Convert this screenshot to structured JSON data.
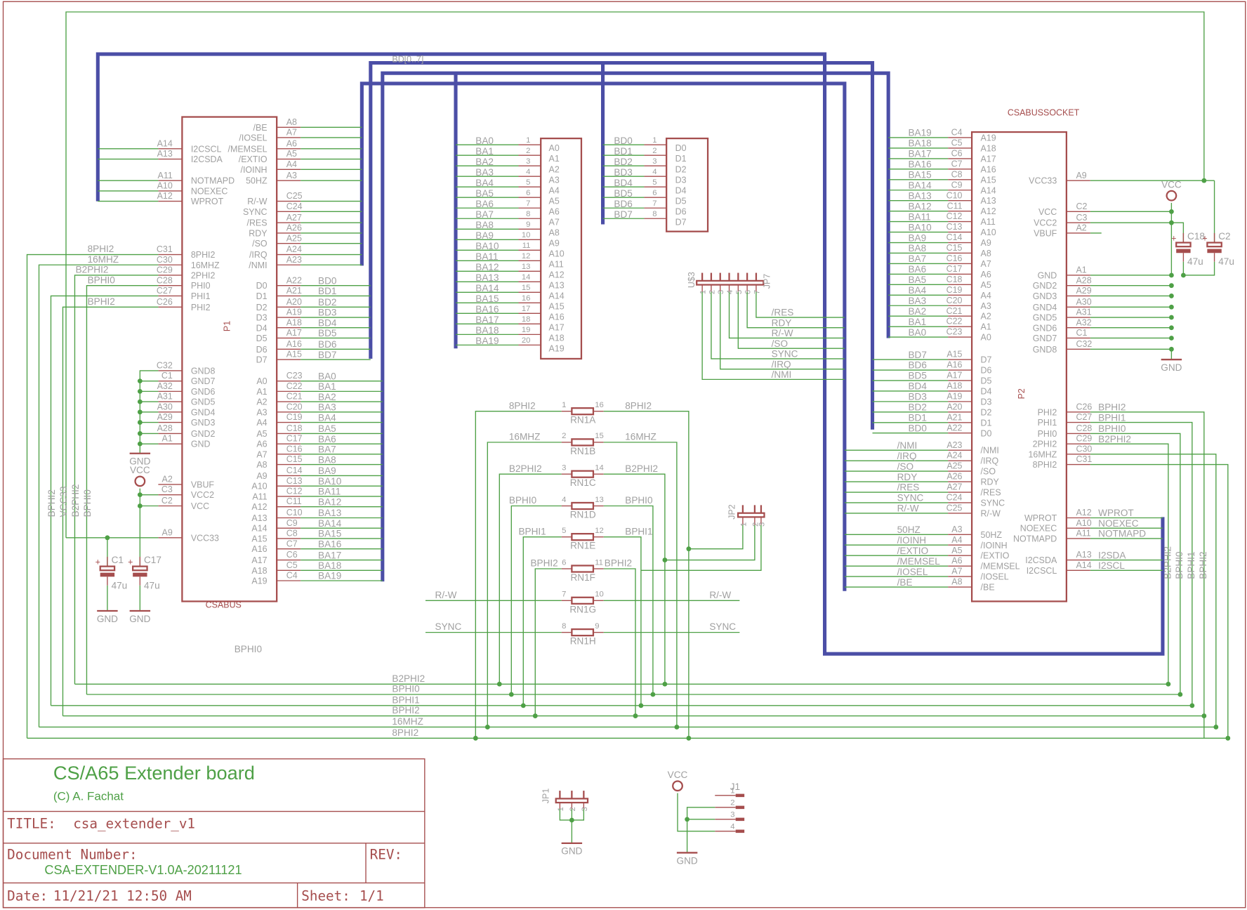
{
  "title_block": {
    "board_title": "CS/A65 Extender board",
    "copyright": "(C) A. Fachat",
    "title_label": "TITLE:",
    "title_value": "csa_extender_v1",
    "docnum_label": "Document Number:",
    "docnum_value": "CSA-EXTENDER-V1.0A-20211121",
    "rev_label": "REV:",
    "date_label": "Date:",
    "date_value": "11/21/21 12:50 AM",
    "sheet_label": "Sheet:",
    "sheet_value": "1/1"
  },
  "bus_label": "BD[0..7]",
  "p1": {
    "name": "CSABUS",
    "ref": "P1",
    "left_pins": [
      {
        "pad": "A14",
        "name": "I2CSCL"
      },
      {
        "pad": "A13",
        "name": "I2CSDA"
      },
      {
        "pad": "A11",
        "name": "NOTMAPD"
      },
      {
        "pad": "A10",
        "name": "NOEXEC"
      },
      {
        "pad": "A12",
        "name": "WPROT"
      },
      {
        "pad": "C31",
        "name": "8PHI2",
        "net": "8PHI2"
      },
      {
        "pad": "C30",
        "name": "16MHZ",
        "net": "16MHZ"
      },
      {
        "pad": "C29",
        "name": "2PHI2",
        "net": "B2PHI2"
      },
      {
        "pad": "C28",
        "name": "PHI0",
        "net": "BPHI0"
      },
      {
        "pad": "C27",
        "name": "PHI1",
        "net": ""
      },
      {
        "pad": "C26",
        "name": "PHI2",
        "net": "BPHI2"
      },
      {
        "pad": "C32",
        "name": "GND8"
      },
      {
        "pad": "C1",
        "name": "GND7"
      },
      {
        "pad": "A32",
        "name": "GND6"
      },
      {
        "pad": "A31",
        "name": "GND5"
      },
      {
        "pad": "A30",
        "name": "GND4"
      },
      {
        "pad": "A29",
        "name": "GND3"
      },
      {
        "pad": "A28",
        "name": "GND2"
      },
      {
        "pad": "A1",
        "name": "GND"
      },
      {
        "pad": "A2",
        "name": "VBUF"
      },
      {
        "pad": "C3",
        "name": "VCC2"
      },
      {
        "pad": "C2",
        "name": "VCC"
      },
      {
        "pad": "A9",
        "name": "VCC33"
      }
    ],
    "right_pins": [
      {
        "pad": "A8",
        "name": "/BE"
      },
      {
        "pad": "A7",
        "name": "/IOSEL"
      },
      {
        "pad": "A6",
        "name": "/MEMSEL"
      },
      {
        "pad": "A5",
        "name": "/EXTIO"
      },
      {
        "pad": "A4",
        "name": "/IOINH"
      },
      {
        "pad": "A3",
        "name": "50HZ"
      },
      {
        "pad": "C25",
        "name": "R/-W"
      },
      {
        "pad": "C24",
        "name": "SYNC"
      },
      {
        "pad": "A27",
        "name": "/RES"
      },
      {
        "pad": "A26",
        "name": "RDY"
      },
      {
        "pad": "A25",
        "name": "/SO"
      },
      {
        "pad": "A24",
        "name": "/IRQ"
      },
      {
        "pad": "A23",
        "name": "/NMI"
      },
      {
        "pad": "A22",
        "name": "D0",
        "net": "BD0"
      },
      {
        "pad": "A21",
        "name": "D1",
        "net": "BD1"
      },
      {
        "pad": "A20",
        "name": "D2",
        "net": "BD2"
      },
      {
        "pad": "A19",
        "name": "D3",
        "net": "BD3"
      },
      {
        "pad": "A18",
        "name": "D4",
        "net": "BD4"
      },
      {
        "pad": "A17",
        "name": "D5",
        "net": "BD5"
      },
      {
        "pad": "A16",
        "name": "D6",
        "net": "BD6"
      },
      {
        "pad": "A15",
        "name": "D7",
        "net": "BD7"
      },
      {
        "pad": "C23",
        "name": "A0",
        "net": "BA0"
      },
      {
        "pad": "C22",
        "name": "A1",
        "net": "BA1"
      },
      {
        "pad": "C21",
        "name": "A2",
        "net": "BA2"
      },
      {
        "pad": "C20",
        "name": "A3",
        "net": "BA3"
      },
      {
        "pad": "C19",
        "name": "A4",
        "net": "BA4"
      },
      {
        "pad": "C18",
        "name": "A5",
        "net": "BA5"
      },
      {
        "pad": "C17",
        "name": "A6",
        "net": "BA6"
      },
      {
        "pad": "C16",
        "name": "A7",
        "net": "BA7"
      },
      {
        "pad": "C15",
        "name": "A8",
        "net": "BA8"
      },
      {
        "pad": "C14",
        "name": "A9",
        "net": "BA9"
      },
      {
        "pad": "C13",
        "name": "A10",
        "net": "BA10"
      },
      {
        "pad": "C12",
        "name": "A11",
        "net": "BA11"
      },
      {
        "pad": "C11",
        "name": "A12",
        "net": "BA12"
      },
      {
        "pad": "C10",
        "name": "A13",
        "net": "BA13"
      },
      {
        "pad": "C9",
        "name": "A14",
        "net": "BA14"
      },
      {
        "pad": "C8",
        "name": "A15",
        "net": "BA15"
      },
      {
        "pad": "C7",
        "name": "A16",
        "net": "BA16"
      },
      {
        "pad": "C6",
        "name": "A17",
        "net": "BA17"
      },
      {
        "pad": "C5",
        "name": "A18",
        "net": "BA18"
      },
      {
        "pad": "C4",
        "name": "A19",
        "net": "BA19"
      }
    ]
  },
  "p2": {
    "name": "CSABUSSOCKET",
    "ref": "P2",
    "left_pins": [
      {
        "pad": "C4",
        "name": "A19",
        "net": "BA19"
      },
      {
        "pad": "C5",
        "name": "A18",
        "net": "BA18"
      },
      {
        "pad": "C6",
        "name": "A17",
        "net": "BA17"
      },
      {
        "pad": "C7",
        "name": "A16",
        "net": "BA16"
      },
      {
        "pad": "C8",
        "name": "A15",
        "net": "BA15"
      },
      {
        "pad": "C9",
        "name": "A14",
        "net": "BA14"
      },
      {
        "pad": "C10",
        "name": "A13",
        "net": "BA13"
      },
      {
        "pad": "C11",
        "name": "A12",
        "net": "BA12"
      },
      {
        "pad": "C12",
        "name": "A11",
        "net": "BA11"
      },
      {
        "pad": "C13",
        "name": "A10",
        "net": "BA10"
      },
      {
        "pad": "C14",
        "name": "A9",
        "net": "BA9"
      },
      {
        "pad": "C15",
        "name": "A8",
        "net": "BA8"
      },
      {
        "pad": "C16",
        "name": "A7",
        "net": "BA7"
      },
      {
        "pad": "C17",
        "name": "A6",
        "net": "BA6"
      },
      {
        "pad": "C18",
        "name": "A5",
        "net": "BA5"
      },
      {
        "pad": "C19",
        "name": "A4",
        "net": "BA4"
      },
      {
        "pad": "C20",
        "name": "A3",
        "net": "BA3"
      },
      {
        "pad": "C21",
        "name": "A2",
        "net": "BA2"
      },
      {
        "pad": "C22",
        "name": "A1",
        "net": "BA1"
      },
      {
        "pad": "C23",
        "name": "A0",
        "net": "BA0"
      },
      {
        "pad": "A15",
        "name": "D7",
        "net": "BD7"
      },
      {
        "pad": "A16",
        "name": "D6",
        "net": "BD6"
      },
      {
        "pad": "A17",
        "name": "D5",
        "net": "BD5"
      },
      {
        "pad": "A18",
        "name": "D4",
        "net": "BD4"
      },
      {
        "pad": "A19",
        "name": "D3",
        "net": "BD3"
      },
      {
        "pad": "A20",
        "name": "D2",
        "net": "BD2"
      },
      {
        "pad": "A21",
        "name": "D1",
        "net": "BD1"
      },
      {
        "pad": "A22",
        "name": "D0",
        "net": "BD0"
      },
      {
        "pad": "A23",
        "name": "/NMI",
        "net": "/NMI"
      },
      {
        "pad": "A24",
        "name": "/IRQ",
        "net": "/IRQ"
      },
      {
        "pad": "A25",
        "name": "/SO",
        "net": "/SO"
      },
      {
        "pad": "A26",
        "name": "RDY",
        "net": "RDY"
      },
      {
        "pad": "A27",
        "name": "/RES",
        "net": "/RES"
      },
      {
        "pad": "C24",
        "name": "SYNC",
        "net": "SYNC"
      },
      {
        "pad": "C25",
        "name": "R/-W",
        "net": "R/-W"
      },
      {
        "pad": "A3",
        "name": "50HZ",
        "net": "50HZ"
      },
      {
        "pad": "A4",
        "name": "/IOINH",
        "net": "/IOINH"
      },
      {
        "pad": "A5",
        "name": "/EXTIO",
        "net": "/EXTIO"
      },
      {
        "pad": "A6",
        "name": "/MEMSEL",
        "net": "/MEMSEL"
      },
      {
        "pad": "A7",
        "name": "/IOSEL",
        "net": "/IOSEL"
      },
      {
        "pad": "A8",
        "name": "/BE",
        "net": "/BE"
      }
    ],
    "right_pins": [
      {
        "pad": "A9",
        "name": "VCC33"
      },
      {
        "pad": "C2",
        "name": "VCC"
      },
      {
        "pad": "C3",
        "name": "VCC2"
      },
      {
        "pad": "A2",
        "name": "VBUF"
      },
      {
        "pad": "A1",
        "name": "GND"
      },
      {
        "pad": "A28",
        "name": "GND2"
      },
      {
        "pad": "A29",
        "name": "GND3"
      },
      {
        "pad": "A30",
        "name": "GND4"
      },
      {
        "pad": "A31",
        "name": "GND5"
      },
      {
        "pad": "A32",
        "name": "GND6"
      },
      {
        "pad": "C1",
        "name": "GND7"
      },
      {
        "pad": "C32",
        "name": "GND8"
      },
      {
        "pad": "C26",
        "name": "PHI2",
        "net": "BPHI2"
      },
      {
        "pad": "C27",
        "name": "PHI1",
        "net": "BPHI1"
      },
      {
        "pad": "C28",
        "name": "PHI0",
        "net": "BPHI0"
      },
      {
        "pad": "C29",
        "name": "2PHI2",
        "net": "B2PHI2"
      },
      {
        "pad": "C30",
        "name": "16MHZ",
        "net": ""
      },
      {
        "pad": "C31",
        "name": "8PHI2",
        "net": ""
      },
      {
        "pad": "A12",
        "name": "WPROT",
        "net": "WPROT"
      },
      {
        "pad": "A10",
        "name": "NOEXEC",
        "net": "NOEXEC"
      },
      {
        "pad": "A11",
        "name": "NOTMAPD",
        "net": "NOTMAPD"
      },
      {
        "pad": "A13",
        "name": "I2CSDA",
        "net": "I2SDA"
      },
      {
        "pad": "A14",
        "name": "I2CSCL",
        "net": "I2SCL"
      }
    ]
  },
  "ba_block": {
    "pins": [
      "A0",
      "A1",
      "A2",
      "A3",
      "A4",
      "A5",
      "A6",
      "A7",
      "A8",
      "A9",
      "A10",
      "A11",
      "A12",
      "A13",
      "A14",
      "A15",
      "A16",
      "A17",
      "A18",
      "A19"
    ],
    "nets": [
      "BA0",
      "BA1",
      "BA2",
      "BA3",
      "BA4",
      "BA5",
      "BA6",
      "BA7",
      "BA8",
      "BA9",
      "BA10",
      "BA11",
      "BA12",
      "BA13",
      "BA14",
      "BA15",
      "BA16",
      "BA17",
      "BA18",
      "BA19"
    ],
    "numbers": [
      "1",
      "2",
      "3",
      "4",
      "5",
      "6",
      "7",
      "8",
      "9",
      "10",
      "11",
      "12",
      "13",
      "14",
      "15",
      "16",
      "17",
      "18",
      "19",
      "20"
    ]
  },
  "bd_block": {
    "pins": [
      "D0",
      "D1",
      "D2",
      "D3",
      "D4",
      "D5",
      "D6",
      "D7"
    ],
    "nets": [
      "BD0",
      "BD1",
      "BD2",
      "BD3",
      "BD4",
      "BD5",
      "BD6",
      "BD7"
    ],
    "numbers": [
      "1",
      "2",
      "3",
      "4",
      "5",
      "6",
      "7",
      "8"
    ]
  },
  "jp7": {
    "ref": "JP7",
    "value": "U$3",
    "pin_numbers": [
      "1",
      "2",
      "3",
      "4",
      "5",
      "6",
      "7"
    ],
    "nets": [
      "/RES",
      "RDY",
      "R/-W",
      "/SO",
      "SYNC",
      "/IRQ",
      "/NMI"
    ]
  },
  "jp2": {
    "ref": "JP2",
    "pin_numbers": [
      "1",
      "2",
      "3"
    ]
  },
  "jp1": {
    "ref": "JP1",
    "pin_numbers": [
      "1",
      "2",
      "3"
    ],
    "supply": "GND"
  },
  "j1": {
    "ref": "J1",
    "pin_numbers": [
      "1",
      "2",
      "3",
      "4"
    ],
    "vcc": "VCC",
    "gnd": "GND"
  },
  "resistor_network": [
    {
      "ref": "RN1A",
      "pin_l": "1",
      "pin_r": "16",
      "net_l": "8PHI2",
      "net_r": "8PHI2"
    },
    {
      "ref": "RN1B",
      "pin_l": "2",
      "pin_r": "15",
      "net_l": "16MHZ",
      "net_r": "16MHZ"
    },
    {
      "ref": "RN1C",
      "pin_l": "3",
      "pin_r": "14",
      "net_l": "B2PHI2",
      "net_r": "B2PHI2"
    },
    {
      "ref": "RN1D",
      "pin_l": "4",
      "pin_r": "13",
      "net_l": "BPHI0",
      "net_r": "BPHI0"
    },
    {
      "ref": "RN1E",
      "pin_l": "5",
      "pin_r": "12",
      "net_l": "BPHI1",
      "net_r": "BPHI1"
    },
    {
      "ref": "RN1F",
      "pin_l": "6",
      "pin_r": "11",
      "net_l": "BPHI2",
      "net_r": "BPHI2"
    },
    {
      "ref": "RN1G",
      "pin_l": "7",
      "pin_r": "10",
      "net_l": "R/-W",
      "net_r": "R/-W"
    },
    {
      "ref": "RN1H",
      "pin_l": "8",
      "pin_r": "9",
      "net_l": "SYNC",
      "net_r": "SYNC"
    }
  ],
  "capacitors": [
    {
      "ref": "C1",
      "value": "47u"
    },
    {
      "ref": "C17",
      "value": "47u"
    },
    {
      "ref": "C18",
      "value": "47u"
    },
    {
      "ref": "C2",
      "value": "47u"
    }
  ],
  "supplies": {
    "vcc": "VCC",
    "gnd": "GND"
  },
  "left_vertical_labels": [
    "BPHI2",
    "VCC33",
    "B2PHI2",
    "BPHI0"
  ],
  "right_vertical_labels": [
    "B2PHI2",
    "BPHI0",
    "BPHI1",
    "BPHI2"
  ],
  "bottom_nets": [
    "B2PHI2",
    "BPHI0",
    "BPHI1",
    "BPHI2",
    "16MHZ",
    "8PHI2"
  ],
  "misc_label_bphi0": "BPHI0"
}
